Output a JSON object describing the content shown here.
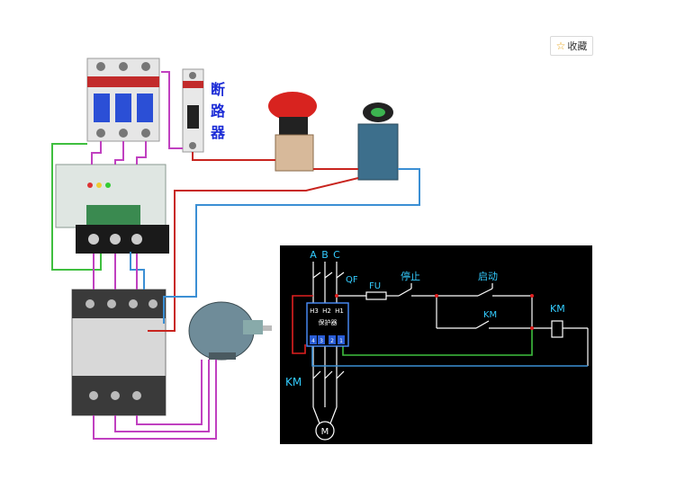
{
  "favorite_button": {
    "label": "收藏",
    "icon": "star-icon"
  },
  "photo": {
    "breaker_label": "断路器",
    "breaker_label_chars": [
      "断",
      "路",
      "器"
    ]
  },
  "schematic": {
    "phases": [
      "A",
      "B",
      "C"
    ],
    "qf_label": "QF",
    "fu_label": "FU",
    "stop_label": "停止",
    "start_label": "启动",
    "km_contact_label": "KM",
    "km_coil_label": "KM",
    "km_main_label": "KM",
    "protector_label": "保护器",
    "protector_top_terminals": [
      "H3",
      "H2",
      "H1"
    ],
    "protector_bottom_terminals": [
      "4",
      "3",
      "2",
      "1"
    ],
    "motor_label": "M"
  },
  "colors": {
    "wire_red": "#c8241e",
    "wire_blue": "#3b8fd4",
    "wire_green": "#3fbf3f",
    "wire_magenta": "#c040c0",
    "label_blue": "#1b2bd6",
    "schematic_cyan": "#33ccff"
  }
}
